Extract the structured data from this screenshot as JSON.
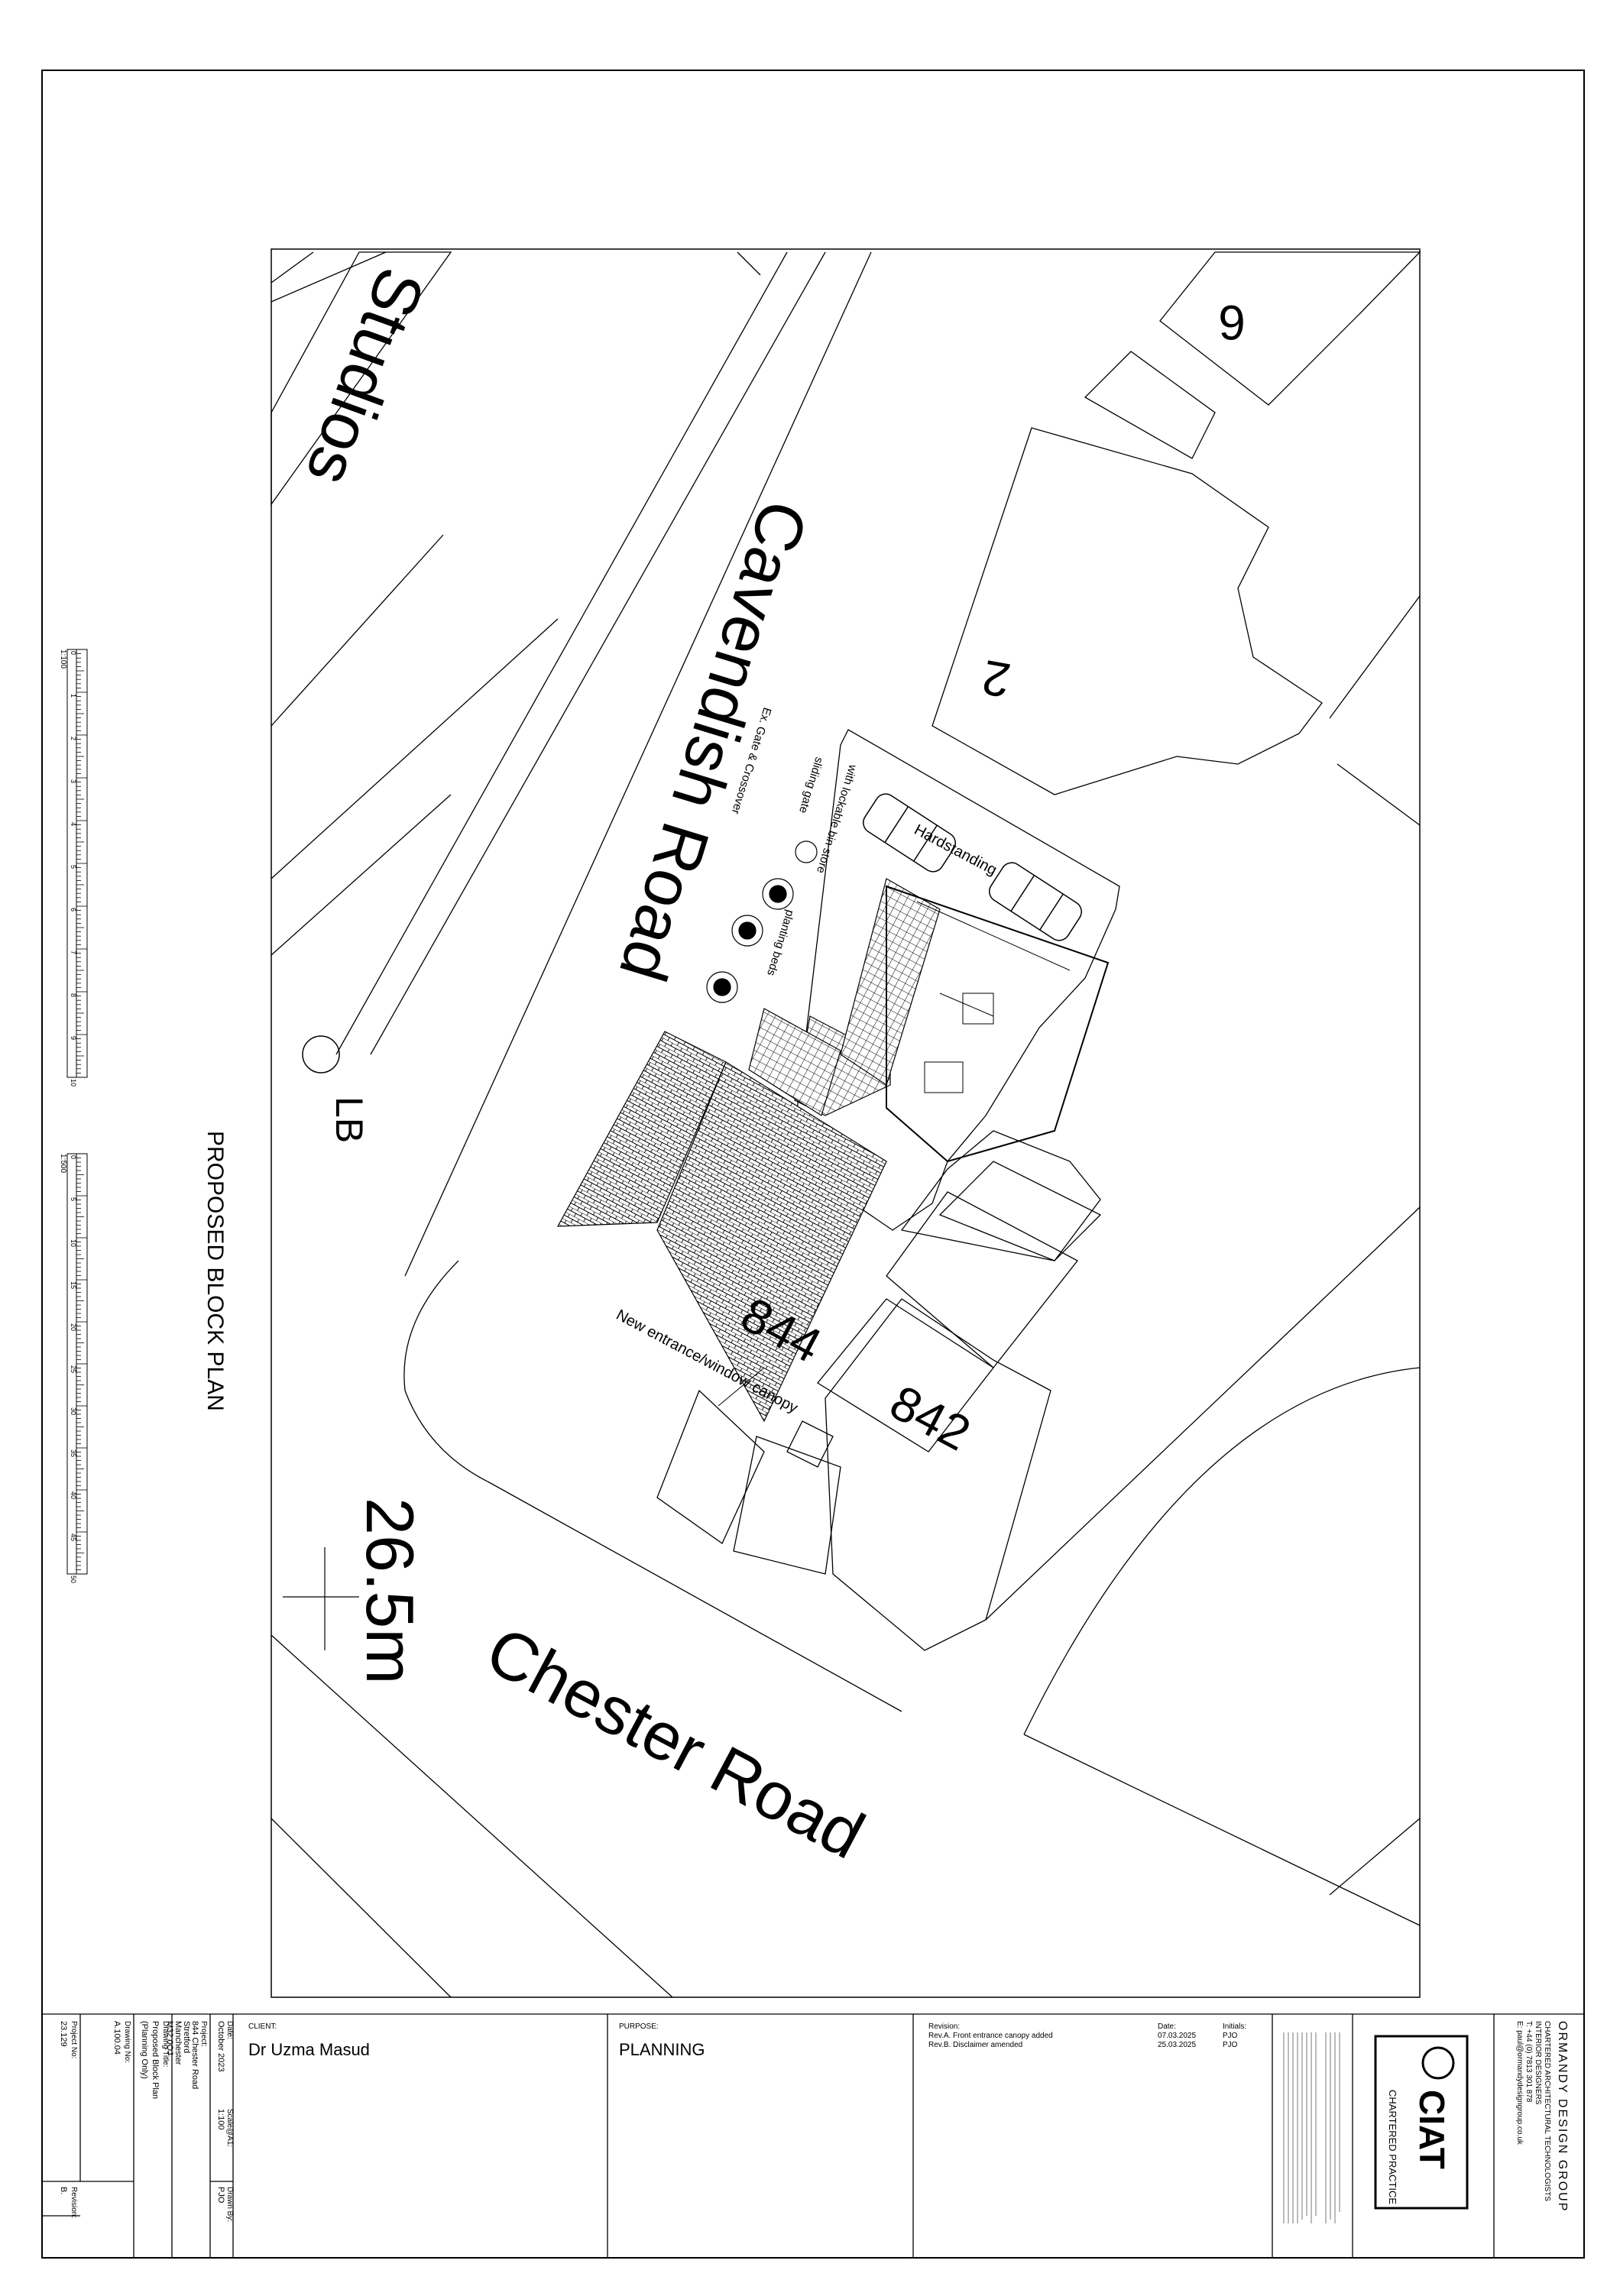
{
  "drawing": {
    "title": "PROPOSED BLOCK PLAN",
    "street_labels": [
      "Cavendish Road",
      "Chester Road",
      "Studios"
    ],
    "building_numbers": [
      "6",
      "2",
      "844",
      "842"
    ],
    "level_label": "26.5m",
    "lamp_label": "LB",
    "annotations": {
      "hardstanding": "Hardstanding",
      "canopy": "New entrance/window canopy",
      "gate_existing": "Ex. Gate & Crossover",
      "sliding_gate": "sliding gate",
      "bin_store": "with lockable bin store",
      "planting": "planting beds"
    }
  },
  "scale_bars": [
    {
      "label": "1:100",
      "ticks": [
        "0",
        "1",
        "2",
        "3",
        "4",
        "5",
        "6",
        "7",
        "8",
        "9",
        "10"
      ]
    },
    {
      "label": "1:500",
      "ticks": [
        "0",
        "5",
        "10",
        "15",
        "20",
        "25",
        "30",
        "35",
        "40",
        "45",
        "50"
      ]
    }
  ],
  "title_block": {
    "project_no": {
      "label": "Project No:",
      "value": "23.129"
    },
    "drawing_no": {
      "label": "Drawing No:",
      "value": "A.100.04"
    },
    "revision": {
      "label": "Revision:",
      "value": "B."
    },
    "drawing_title": {
      "label": "Drawing Title:",
      "lines": [
        "Proposed Block Plan",
        "(Planning Only)"
      ]
    },
    "project": {
      "label": "Project:",
      "lines": [
        "844 Chester Road",
        "Stretford",
        "Manchester",
        "M32 0QJ"
      ]
    },
    "date": {
      "label": "Date:",
      "value": "October 2023"
    },
    "scale": {
      "label": "Scale@A1:",
      "value": "1:100"
    },
    "drawn_by": {
      "label": "Drawn By:",
      "value": "PJO"
    },
    "client": {
      "label": "CLIENT:",
      "value": "Dr Uzma Masud"
    },
    "purpose": {
      "label": "PURPOSE:",
      "value": "PLANNING"
    },
    "revisions": {
      "label": "Revision:",
      "date_label": "Date:",
      "initials_label": "Initials:",
      "rows": [
        {
          "text": "Rev.A. Front entrance canopy added",
          "date": "07.03.2025",
          "initials": "PJO"
        },
        {
          "text": "Rev.B. Disclaimer amended",
          "date": "25.03.2025",
          "initials": "PJO"
        }
      ]
    },
    "ciat": {
      "name": "CIAT",
      "subtitle": "CHARTERED PRACTICE"
    },
    "company": {
      "name": "ORMANDY DESIGN GROUP",
      "line1": "CHARTERED ARCHITECTURAL TECHNOLOGISTS",
      "line2": "INTERIOR DESIGNERS",
      "line3": "T: +44 (0) 7813 301 878",
      "line4": "E: paul@ormandydesigngroup.co.uk"
    }
  }
}
